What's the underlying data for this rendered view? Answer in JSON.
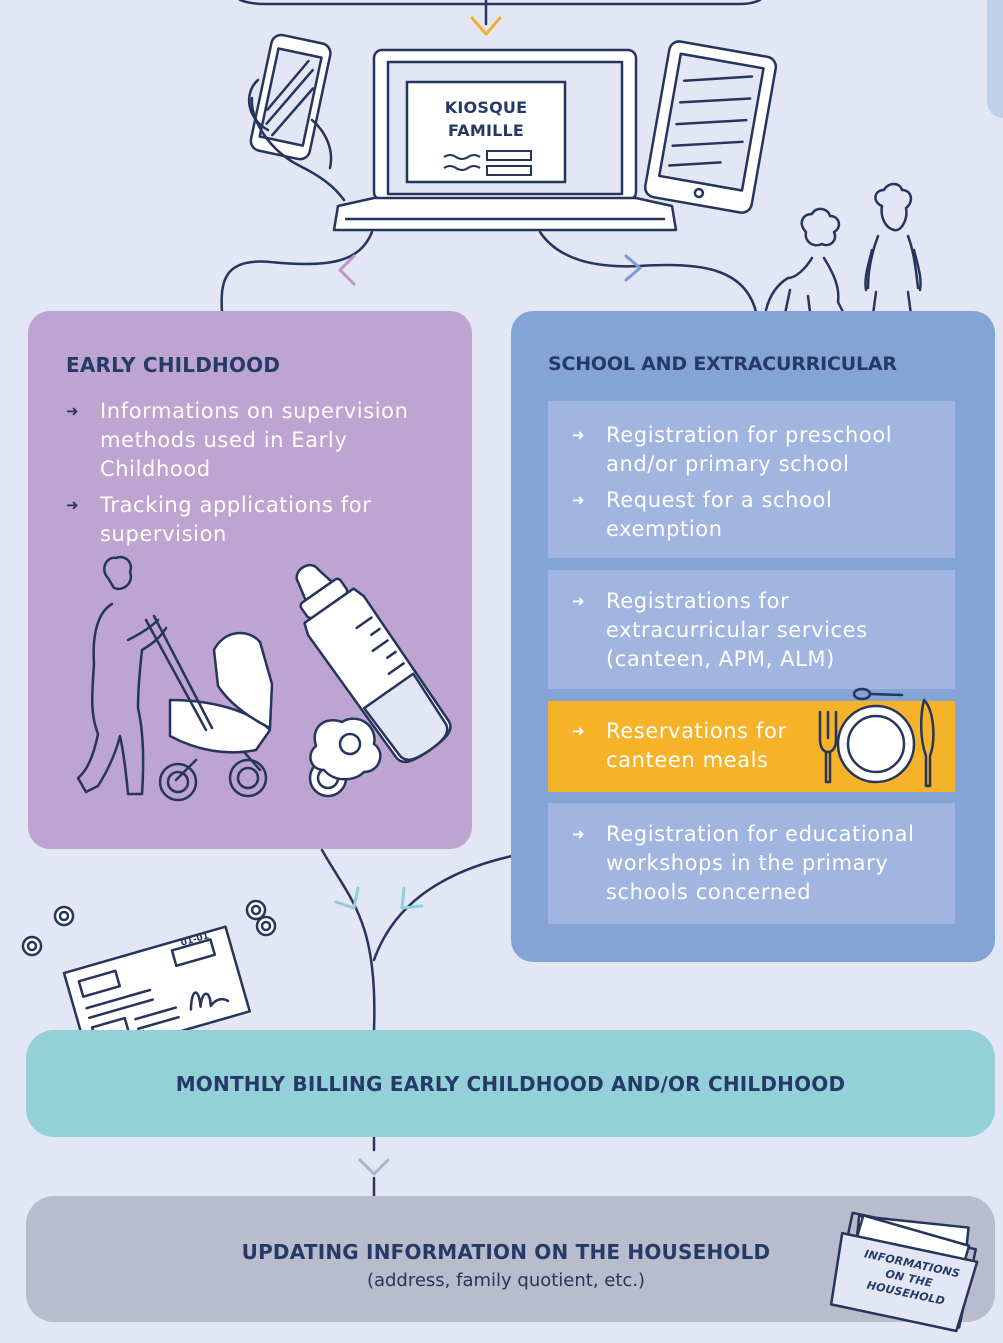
{
  "kiosk": {
    "line1": "KIOSQUE",
    "line2": "FAMILLE"
  },
  "early_childhood": {
    "title": "EARLY CHILDHOOD",
    "items": [
      [
        "Informations on supervision",
        "methods used in Early",
        "Childhood"
      ],
      [
        "Tracking applications for",
        "supervision"
      ]
    ]
  },
  "school": {
    "title": "SCHOOL AND EXTRACURRICULAR",
    "boxes": [
      {
        "items": [
          [
            "Registration for preschool",
            "and/or primary school"
          ],
          [
            "Request for a school",
            "exemption"
          ]
        ],
        "highlight": false
      },
      {
        "items": [
          [
            "Registrations for",
            "extracurricular services",
            "(canteen, APM, ALM)"
          ]
        ],
        "highlight": false
      },
      {
        "items": [
          [
            "Reservations for",
            "canteen meals"
          ]
        ],
        "highlight": true
      },
      {
        "items": [
          [
            "Registration for educational",
            "workshops in the primary",
            "schools concerned"
          ]
        ],
        "highlight": false
      }
    ]
  },
  "invoice": {
    "date": "01-01"
  },
  "billing": {
    "title": "MONTHLY BILLING EARLY CHILDHOOD AND/OR CHILDHOOD"
  },
  "household": {
    "title": "UPDATING INFORMATION ON THE HOUSEHOLD",
    "subtitle": "(address, family quotient, etc.)",
    "folder_line1": "INFORMATIONS",
    "folder_line2": "ON THE",
    "folder_line3": "HOUSEHOLD"
  },
  "colors": {
    "background": "#e3e7f5",
    "early_childhood_panel": "#bea5d1",
    "school_panel": "#85a4d6",
    "school_subbox": "#a1b5e1",
    "highlight": "#f6b32a",
    "billing": "#94d0d8",
    "household": "#b9bccc",
    "navy": "#26355c"
  },
  "icons": [
    "laptop-icon",
    "phone-in-hand-icon",
    "tablet-icon",
    "children-icon",
    "parent-with-stroller-icon",
    "baby-bottle-icon",
    "pacifier-icon",
    "cutlery-plate-icon",
    "invoice-icon",
    "coins-icon",
    "folder-icon"
  ]
}
